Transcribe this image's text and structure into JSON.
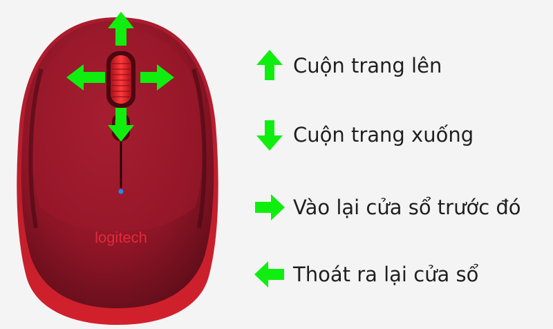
{
  "colors": {
    "background": "#f4f4f4",
    "arrow_green": "#10ee10",
    "mouse_red": "#8e1526",
    "mouse_red_light": "#c42a3a",
    "wheel_red": "#e2202e",
    "logo_color": "#e22a3a",
    "led_blue": "#1e8cff",
    "label_text": "#1f1f1f"
  },
  "mouse": {
    "logo_text": "logitech"
  },
  "legend": [
    {
      "icon": "arrow-up-icon",
      "label": "Cuộn trang lên"
    },
    {
      "icon": "arrow-down-icon",
      "label": "Cuộn trang xuống"
    },
    {
      "icon": "arrow-right-icon",
      "label": "Vào lại cửa sổ trước đó"
    },
    {
      "icon": "arrow-left-icon",
      "label": "Thoát ra lại cửa sổ"
    }
  ]
}
